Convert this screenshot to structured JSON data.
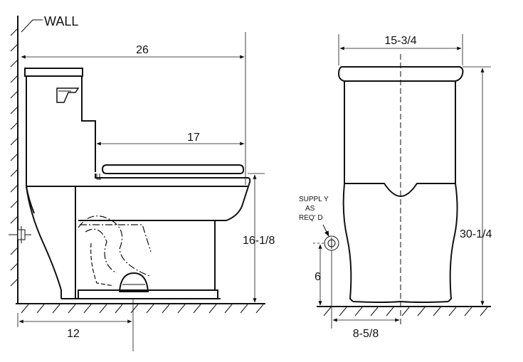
{
  "labels": {
    "wall": "WALL",
    "depth_total": "26",
    "seat_length": "17",
    "bowl_height": "16-1/8",
    "rough_in": "12",
    "tank_width": "15-3/4",
    "total_height": "30-1/4",
    "supply_line1": "SUPPL Y",
    "supply_line2": "AS",
    "supply_line3": "REQ' D",
    "supply_height": "6",
    "supply_offset": "8-5/8"
  },
  "colors": {
    "line": "#111111",
    "background": "#ffffff"
  }
}
